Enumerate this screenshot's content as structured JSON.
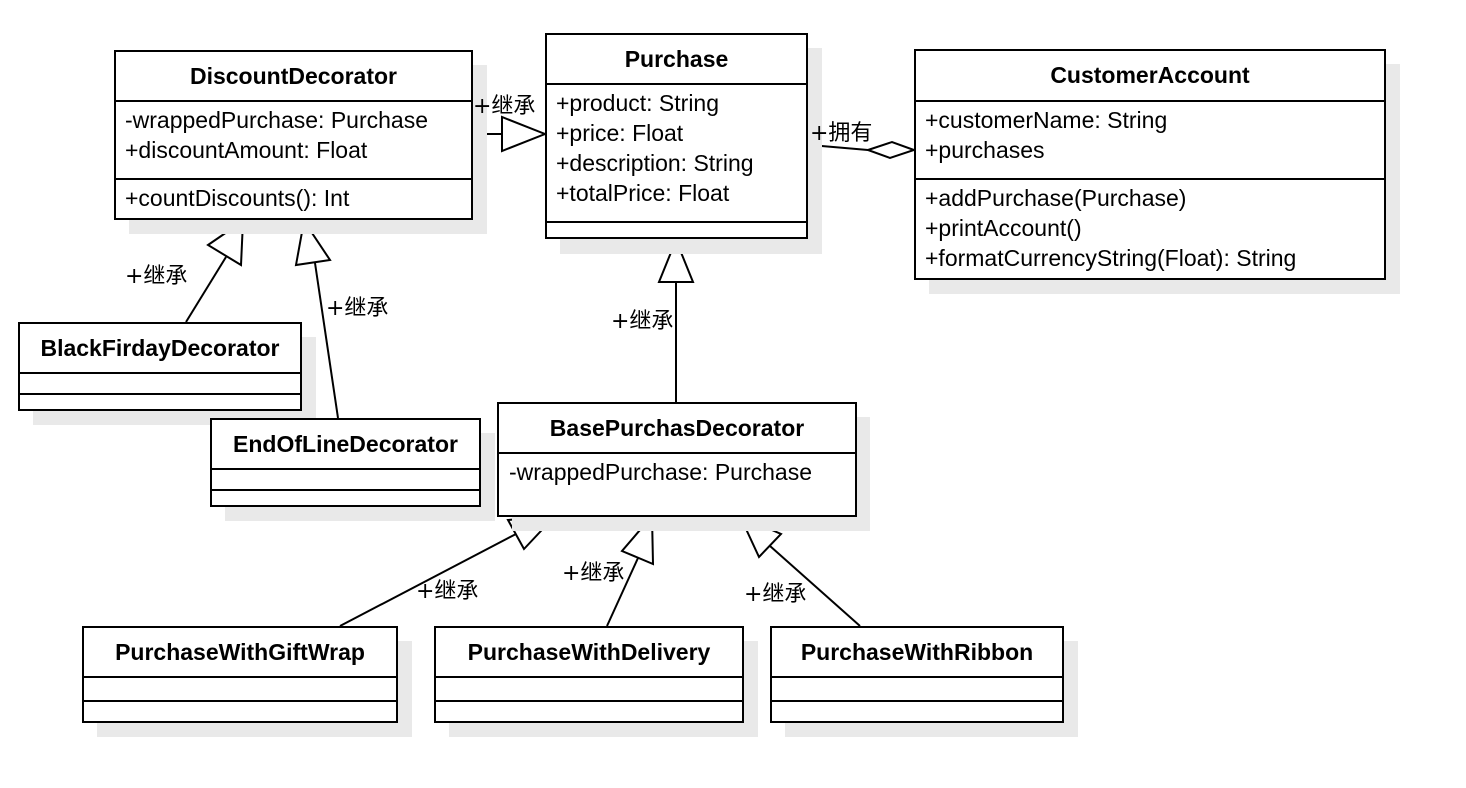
{
  "classes": {
    "discount_decorator": {
      "name": "DiscountDecorator",
      "attributes": [
        "-wrappedPurchase: Purchase",
        "+discountAmount: Float"
      ],
      "methods": [
        "+countDiscounts(): Int"
      ]
    },
    "purchase": {
      "name": "Purchase",
      "attributes": [
        "+product: String",
        "+price: Float",
        "+description: String",
        "+totalPrice: Float"
      ],
      "methods": []
    },
    "customer_account": {
      "name": "CustomerAccount",
      "attributes": [
        "+customerName: String",
        "+purchases"
      ],
      "methods": [
        "+addPurchase(Purchase)",
        "+printAccount()",
        "+formatCurrencyString(Float): String"
      ]
    },
    "black_friday_decorator": {
      "name": "BlackFirdayDecorator",
      "attributes": [],
      "methods": []
    },
    "end_of_line_decorator": {
      "name": "EndOfLineDecorator",
      "attributes": [],
      "methods": []
    },
    "base_purchase_decorator": {
      "name": "BasePurchasDecorator",
      "attributes": [
        "-wrappedPurchase: Purchase"
      ],
      "methods": []
    },
    "purchase_with_gift_wrap": {
      "name": "PurchaseWithGiftWrap",
      "attributes": [],
      "methods": []
    },
    "purchase_with_delivery": {
      "name": "PurchaseWithDelivery",
      "attributes": [],
      "methods": []
    },
    "purchase_with_ribbon": {
      "name": "PurchaseWithRibbon",
      "attributes": [],
      "methods": []
    }
  },
  "relationships": {
    "discount_to_purchase": {
      "type": "inheritance",
      "label": "+继承"
    },
    "account_has_purchase": {
      "type": "aggregation",
      "label": "+拥有"
    },
    "black_friday_to_discount": {
      "type": "inheritance",
      "label": "+继承"
    },
    "end_of_line_to_discount": {
      "type": "inheritance",
      "label": "+继承"
    },
    "base_to_purchase": {
      "type": "inheritance",
      "label": "+继承"
    },
    "gift_wrap_to_base": {
      "type": "inheritance",
      "label": "+继承"
    },
    "delivery_to_base": {
      "type": "inheritance",
      "label": "+继承"
    },
    "ribbon_to_base": {
      "type": "inheritance",
      "label": "+继承"
    }
  }
}
